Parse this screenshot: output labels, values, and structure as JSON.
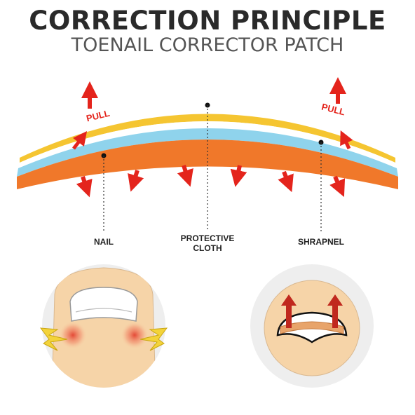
{
  "header": {
    "title": "CORRECTION PRINCIPLE",
    "subtitle": "TOENAIL CORRECTOR PATCH"
  },
  "labels": {
    "pull_left": "PULL",
    "pull_right": "PULL",
    "nail": "NAIL",
    "protective_line1": "PROTECTIVE",
    "protective_line2": "CLOTH",
    "shrapnel": "SHRAPNEL"
  },
  "colors": {
    "yellow_band": "#f5c531",
    "blue_band": "#8fd3ec",
    "orange_nail": "#f0782a",
    "arrow_red": "#e4241c",
    "skin": "#f6d4a8",
    "circle_bg": "#eeeeee",
    "lightning": "#f3d33a"
  }
}
